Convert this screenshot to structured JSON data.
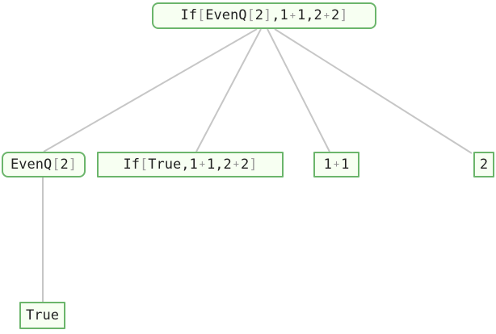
{
  "tree": {
    "nodes": [
      {
        "id": "root",
        "parts": [
          "If",
          "[",
          "EvenQ",
          "[",
          "2",
          "]",
          " , ",
          "1",
          "+",
          "1",
          ", ",
          "2",
          "+",
          "2",
          "]"
        ],
        "shape": "rounded"
      },
      {
        "id": "evenq",
        "parts": [
          "EvenQ",
          "[",
          "2",
          "]"
        ],
        "shape": "rounded"
      },
      {
        "id": "if-true",
        "parts": [
          "If",
          "[",
          "True",
          ", ",
          "1",
          "+",
          "1",
          ", ",
          "2",
          "+",
          "2",
          "]"
        ],
        "shape": "square"
      },
      {
        "id": "one-plus-one",
        "parts": [
          "1",
          "+",
          "1"
        ],
        "shape": "square"
      },
      {
        "id": "two",
        "parts": [
          "2"
        ],
        "shape": "square"
      },
      {
        "id": "true",
        "parts": [
          "True"
        ],
        "shape": "square"
      }
    ],
    "edges": [
      [
        "root",
        "evenq"
      ],
      [
        "root",
        "if-true"
      ],
      [
        "root",
        "one-plus-one"
      ],
      [
        "root",
        "two"
      ],
      [
        "evenq",
        "true"
      ]
    ]
  },
  "colors": {
    "node_border": "#6bb56b",
    "node_background": "#f7fff2",
    "edge": "#c6c6c6",
    "bracket": "#9c9c9c"
  }
}
